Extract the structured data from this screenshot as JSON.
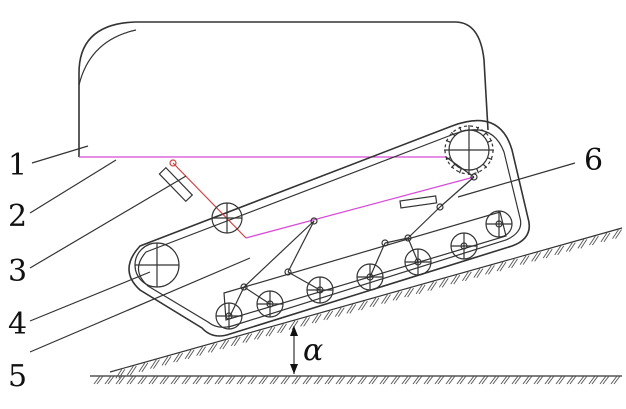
{
  "labels": [
    {
      "id": "1",
      "text": "1"
    },
    {
      "id": "2",
      "text": "2"
    },
    {
      "id": "3",
      "text": "3"
    },
    {
      "id": "4",
      "text": "4"
    },
    {
      "id": "5",
      "text": "5"
    },
    {
      "id": "6",
      "text": "6"
    }
  ],
  "angle_symbol": "α"
}
